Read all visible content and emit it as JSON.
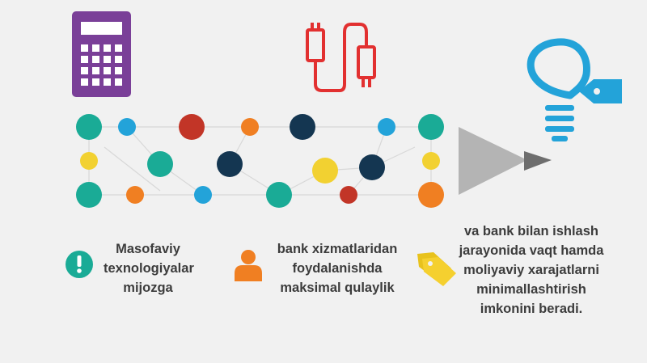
{
  "colors": {
    "background": "#f1f1f1",
    "teal": "#1aab96",
    "blue": "#23a3d9",
    "red": "#c23527",
    "orange": "#f07f22",
    "navy": "#143651",
    "yellow": "#f2d131",
    "purple": "#7a3f98",
    "cable_red": "#e23030",
    "text": "#3c3c3c",
    "arrow_gray": "#b4b4b4",
    "tag_yellow": "#f5d02f"
  },
  "icons": {
    "top_left": "calculator-icon",
    "top_center": "usb-cable-icon",
    "top_right": "lightbulb-price-tag-icon",
    "caption_1": "exclamation-circle-icon",
    "caption_2": "user-icon",
    "caption_3": "price-tags-icon"
  },
  "captions": [
    {
      "lines": [
        "Masofaviy",
        "texnologiyalar",
        "mijozga"
      ]
    },
    {
      "lines": [
        "bank xizmatlaridan",
        "foydalanishda",
        "maksimal qulaylik"
      ]
    },
    {
      "lines": [
        "va bank bilan ishlash",
        "jarayonida vaqt hamda",
        "moliyaviy xarajatlarni",
        "minimallashtirish",
        "imkonini beradi."
      ]
    }
  ]
}
